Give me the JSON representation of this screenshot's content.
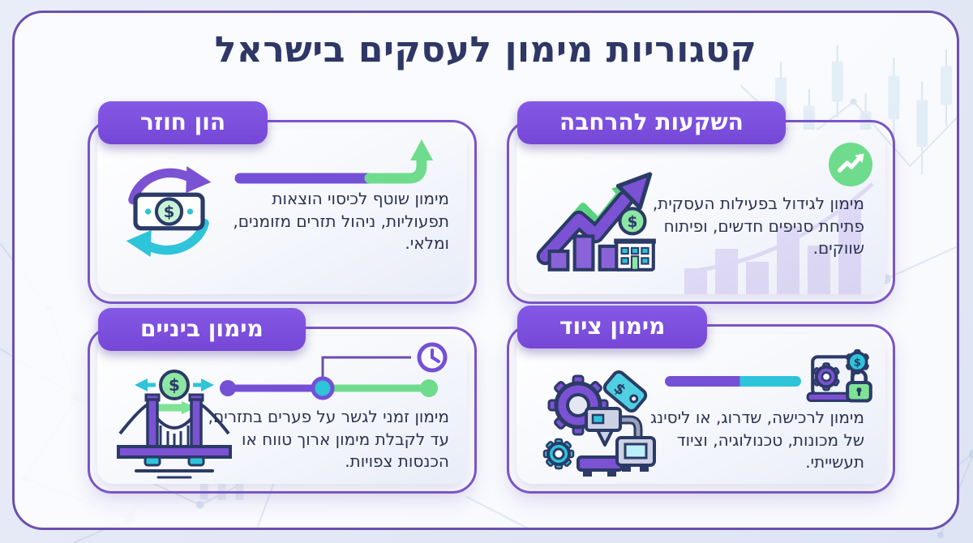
{
  "title": "קטגוריות מימון לעסקים בישראל",
  "cards": [
    {
      "id": "working-capital",
      "badge": "הון חוזר",
      "description": "מימון שוטף לכיסוי הוצאות תפעוליות, ניהול תזרים מזומנים, ומלאי.",
      "icon": "money-cycle-icon",
      "graphic": "progress-arrow-graphic"
    },
    {
      "id": "expansion-investments",
      "badge": "השקעות להרחבה",
      "description": "מימון לגידול בפעילות העסקית, פתיחת סניפים חדשים, ופיתוח שווקים.",
      "icon": "growth-chart-icon",
      "graphic": "trend-circle-icon"
    },
    {
      "id": "bridge-financing",
      "badge": "מימון ביניים",
      "description": "מימון זמני לגשר על פערים בתזרים, עד לקבלת מימון ארוך טווח או הכנסות צפויות.",
      "icon": "bridge-icon",
      "graphic": "timeline-clock-graphic"
    },
    {
      "id": "equipment-financing",
      "badge": "מימון ציוד",
      "description": "מימון לרכישה, שדרוג, או ליסינג של מכונות, טכנולוגיה, וציוד תעשייתי.",
      "icon": "machinery-icon",
      "graphic": "secure-equipment-icon"
    }
  ],
  "glyphs": {
    "dollar": "$"
  },
  "colors": {
    "badge_purple": "#7c4fe0",
    "accent_purple": "#7450d6",
    "border_purple": "#7a55c9",
    "frame_purple": "#6b4fb0",
    "deep_navy_title": "#2e3765",
    "outline_navy": "#2b3a67",
    "green": "#6edc8c",
    "teal": "#2ec4d9",
    "body_text": "#2c3350"
  }
}
